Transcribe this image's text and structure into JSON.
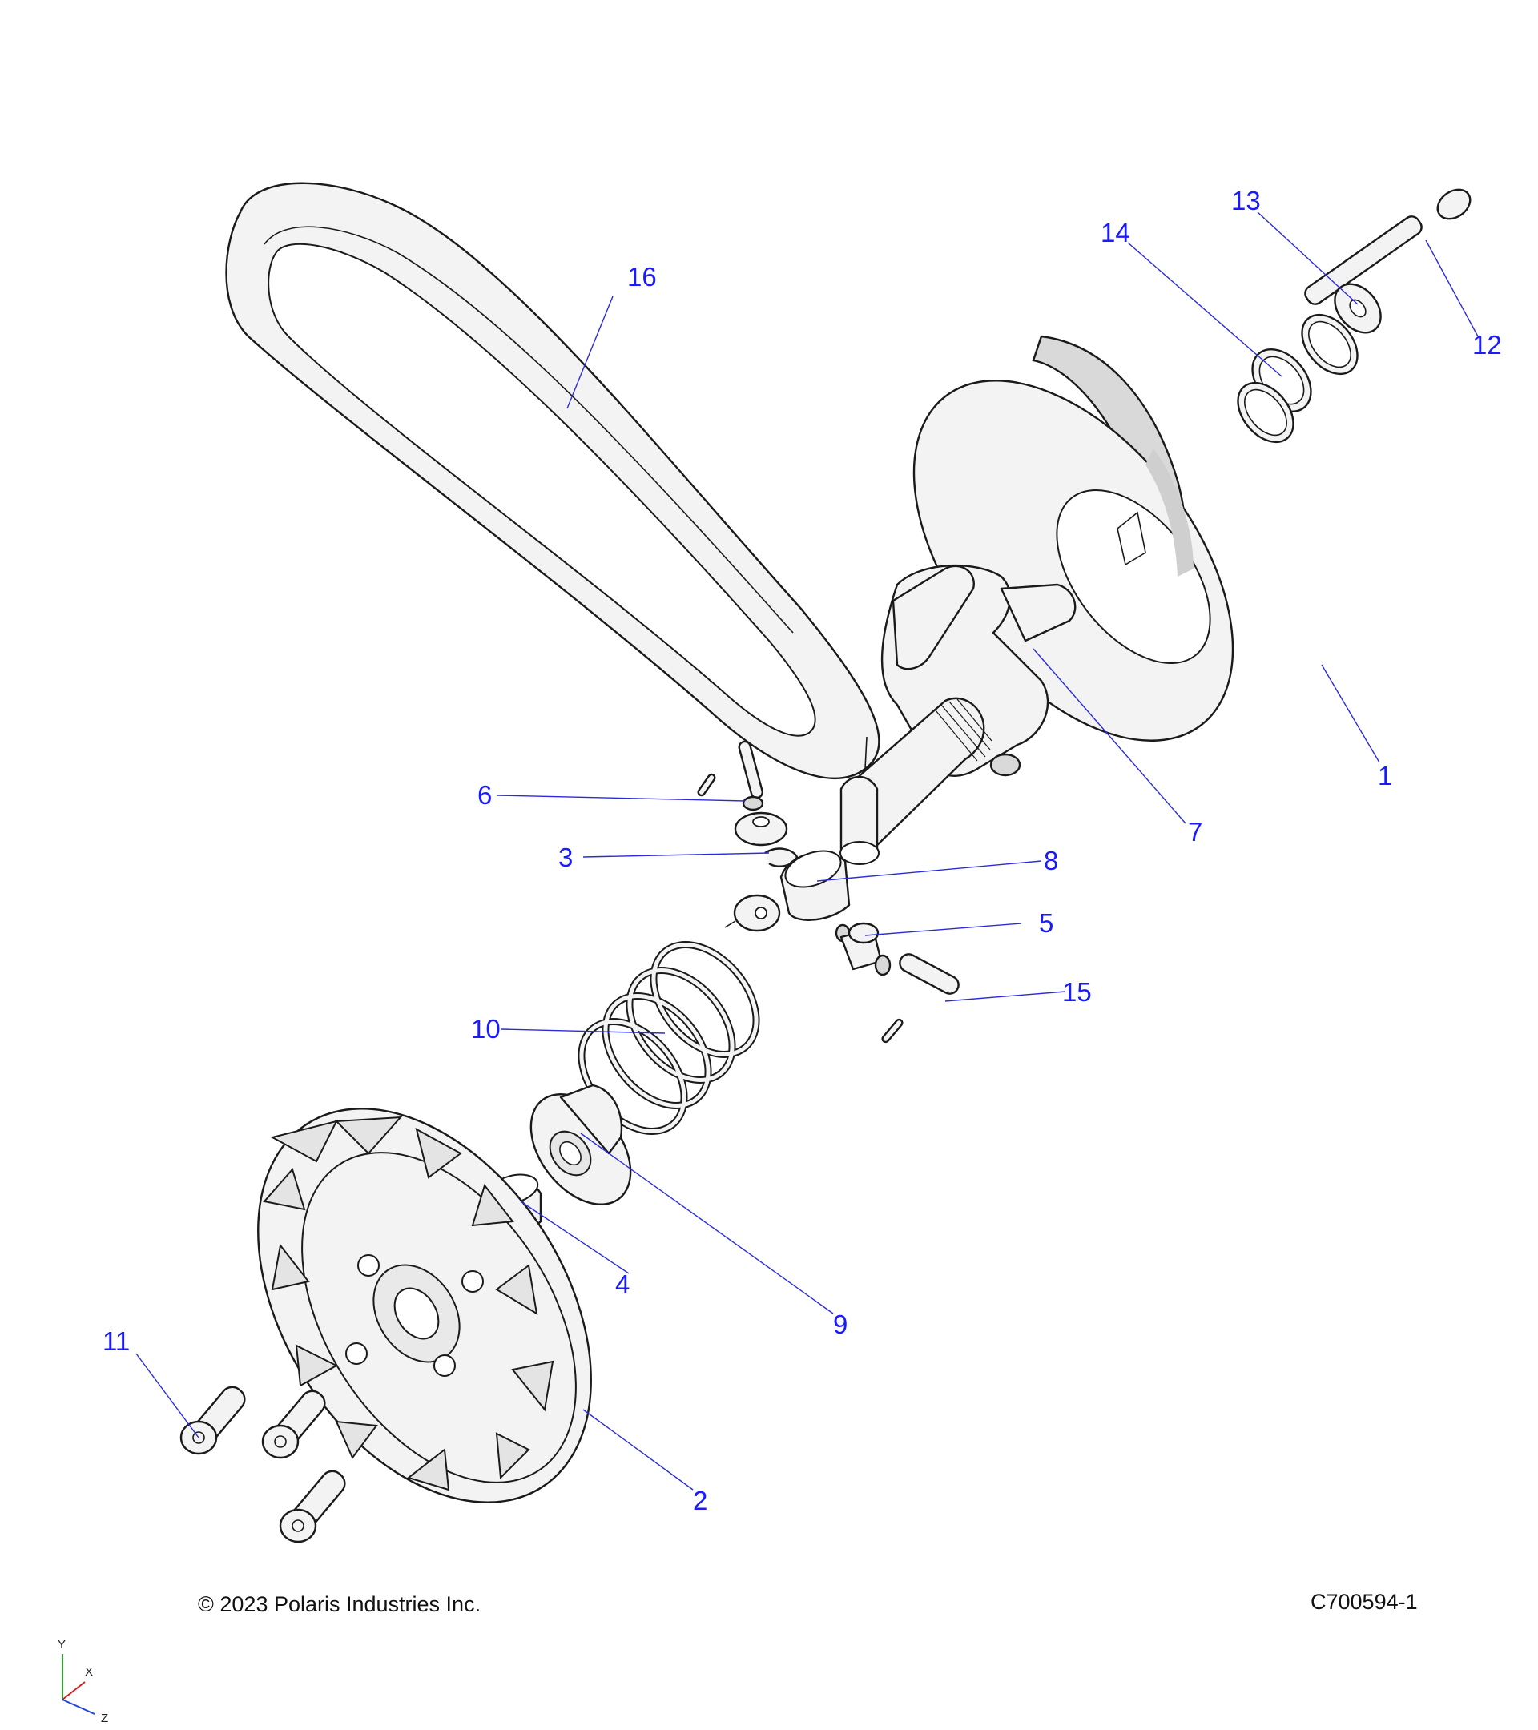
{
  "callouts": [
    {
      "id": "1",
      "label": "1"
    },
    {
      "id": "2",
      "label": "2"
    },
    {
      "id": "3",
      "label": "3"
    },
    {
      "id": "4",
      "label": "4"
    },
    {
      "id": "5",
      "label": "5"
    },
    {
      "id": "6",
      "label": "6"
    },
    {
      "id": "7",
      "label": "7"
    },
    {
      "id": "8",
      "label": "8"
    },
    {
      "id": "9",
      "label": "9"
    },
    {
      "id": "10",
      "label": "10"
    },
    {
      "id": "11",
      "label": "11"
    },
    {
      "id": "12",
      "label": "12"
    },
    {
      "id": "13",
      "label": "13"
    },
    {
      "id": "14",
      "label": "14"
    },
    {
      "id": "15",
      "label": "15"
    },
    {
      "id": "16",
      "label": "16"
    }
  ],
  "footer": {
    "copyright": "© 2023 Polaris Industries Inc.",
    "drawing_number": "C700594-1"
  },
  "axis_triad": {
    "y": "Y",
    "x": "X",
    "z": "Z"
  },
  "colors": {
    "callout": "#1a1aff",
    "leader": "#2b2bd9",
    "line": "#1a1a1a"
  }
}
